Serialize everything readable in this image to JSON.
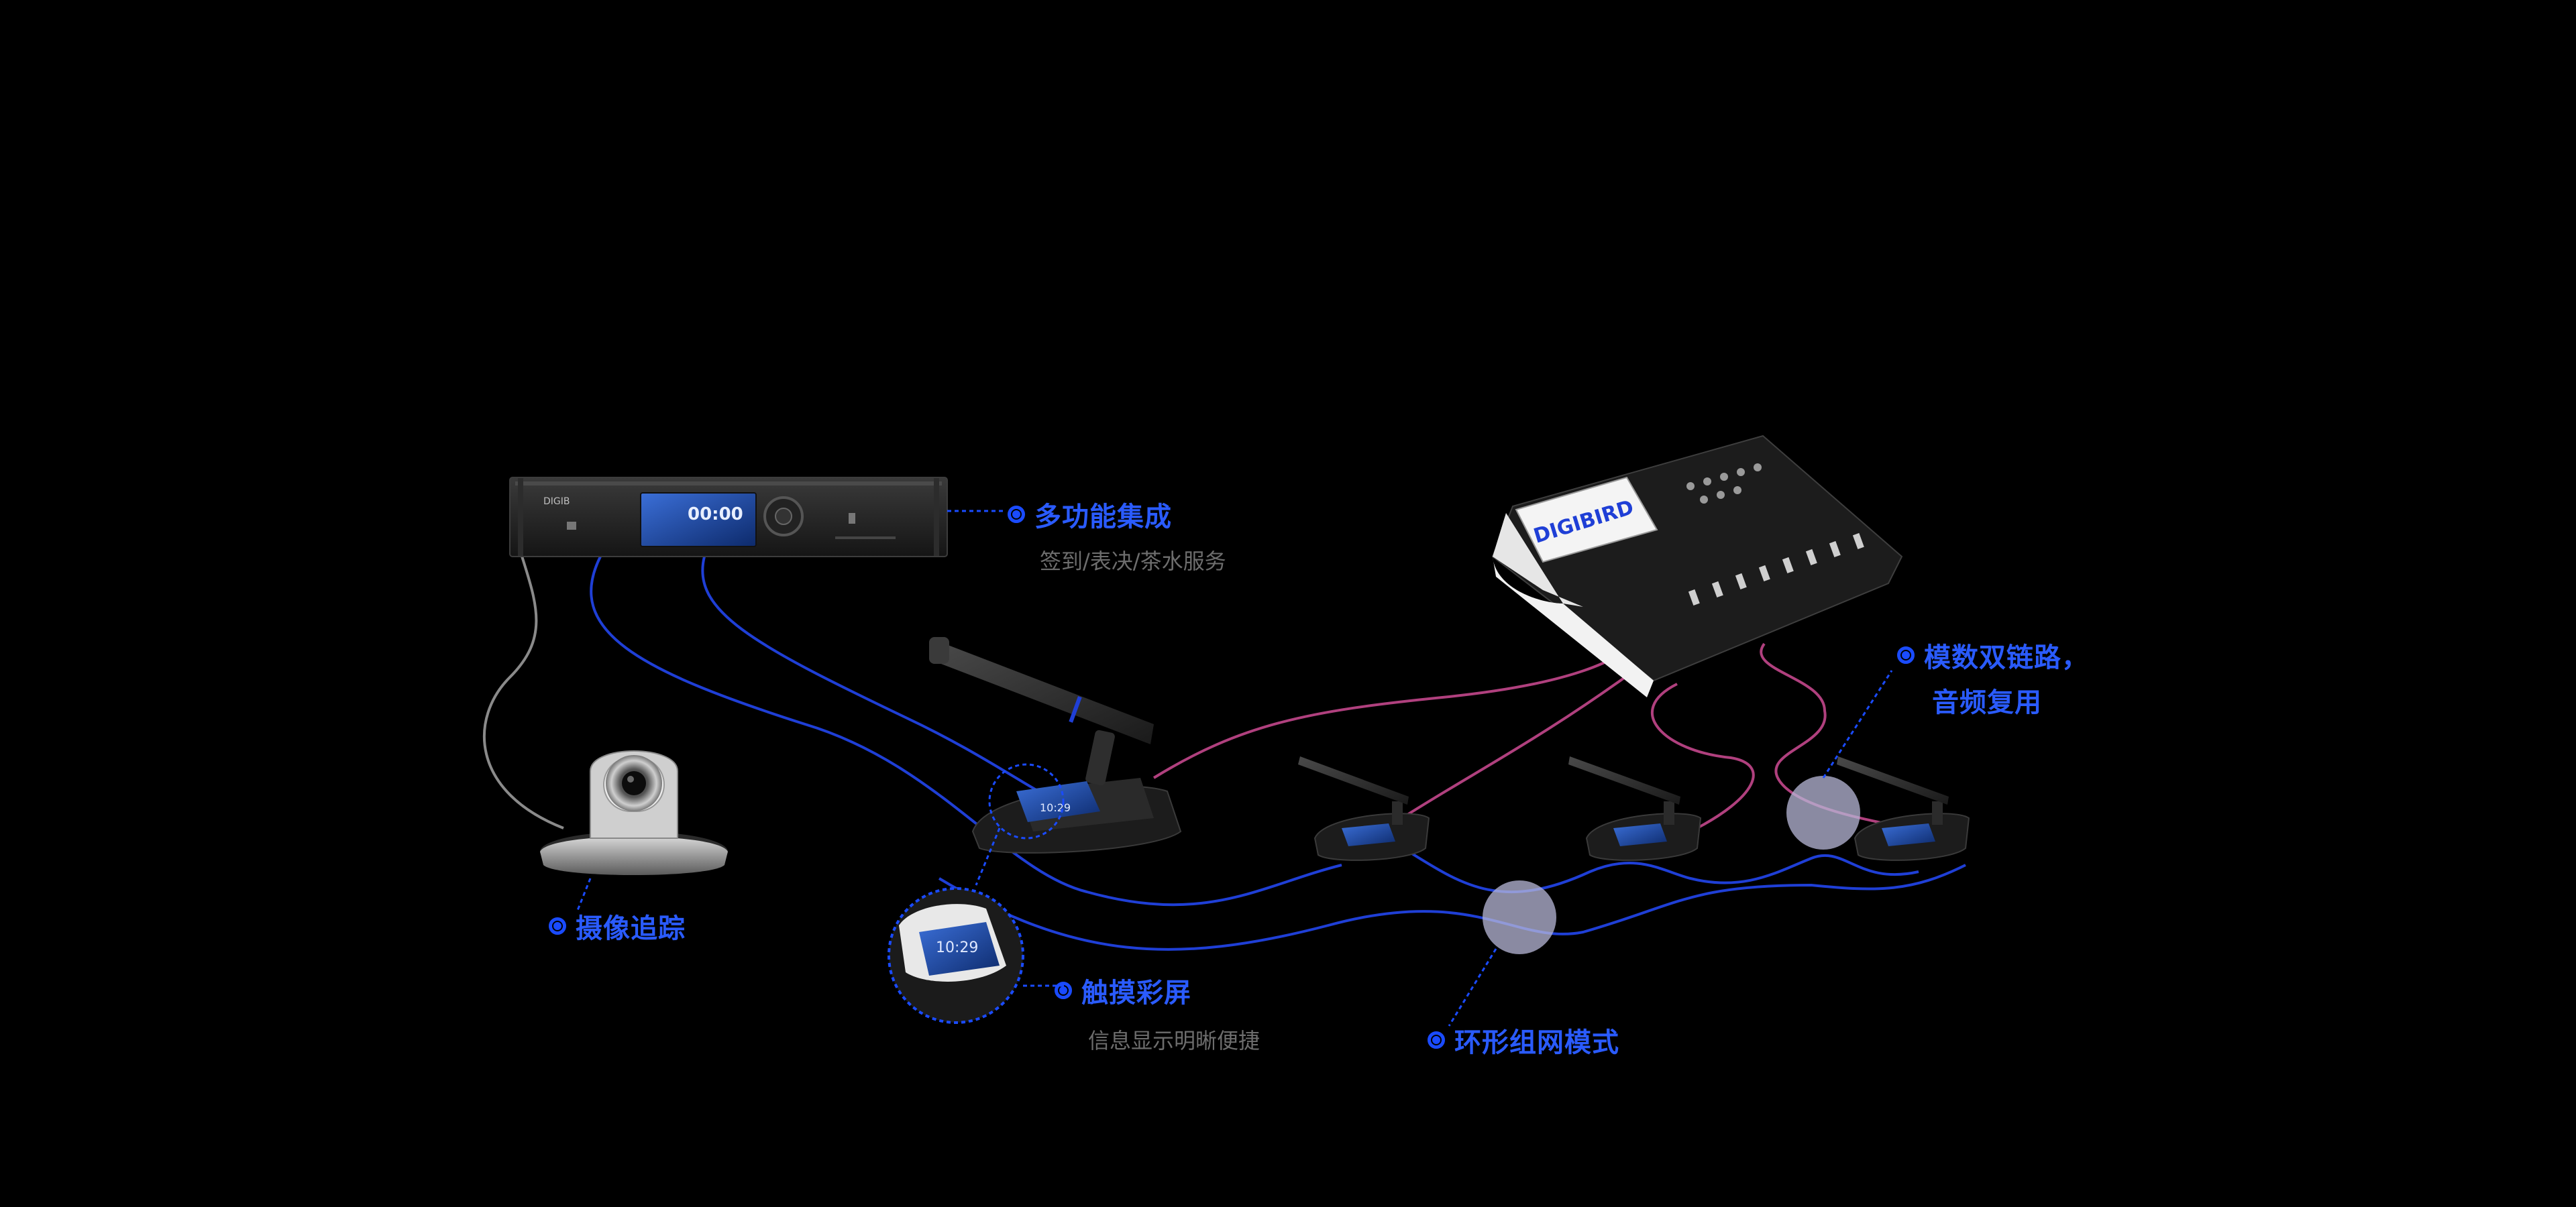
{
  "features": {
    "multi_function": {
      "title": "多功能集成",
      "subtitle": "签到/表决/茶水服务"
    },
    "analog_digital": {
      "title_line1": "模数双链路，",
      "title_line2": "音频复用"
    },
    "camera_tracking": {
      "title": "摄像追踪"
    },
    "touch_screen": {
      "title": "触摸彩屏",
      "subtitle": "信息显示明晰便捷"
    },
    "ring_network": {
      "title": "环形组网模式"
    }
  },
  "devices": {
    "host_unit": {
      "name": "conference-host-unit",
      "screen_clock": "00:00"
    },
    "mixer": {
      "name": "digital-mixer",
      "brand": "DIGIBIRD"
    },
    "camera": {
      "name": "ptz-camera"
    },
    "chairman_unit": {
      "name": "chairman-microphone-unit",
      "screen_text": "10:29"
    },
    "delegate_units": [
      "delegate-unit-1",
      "delegate-unit-2",
      "delegate-unit-3"
    ]
  },
  "colors": {
    "background": "#000000",
    "accent_blue": "#2a5bff",
    "cable_blue": "#1f3fd6",
    "cable_magenta": "#b0407e",
    "cable_gray": "#8a8a8a",
    "subtitle_gray": "#6d6d6d"
  }
}
